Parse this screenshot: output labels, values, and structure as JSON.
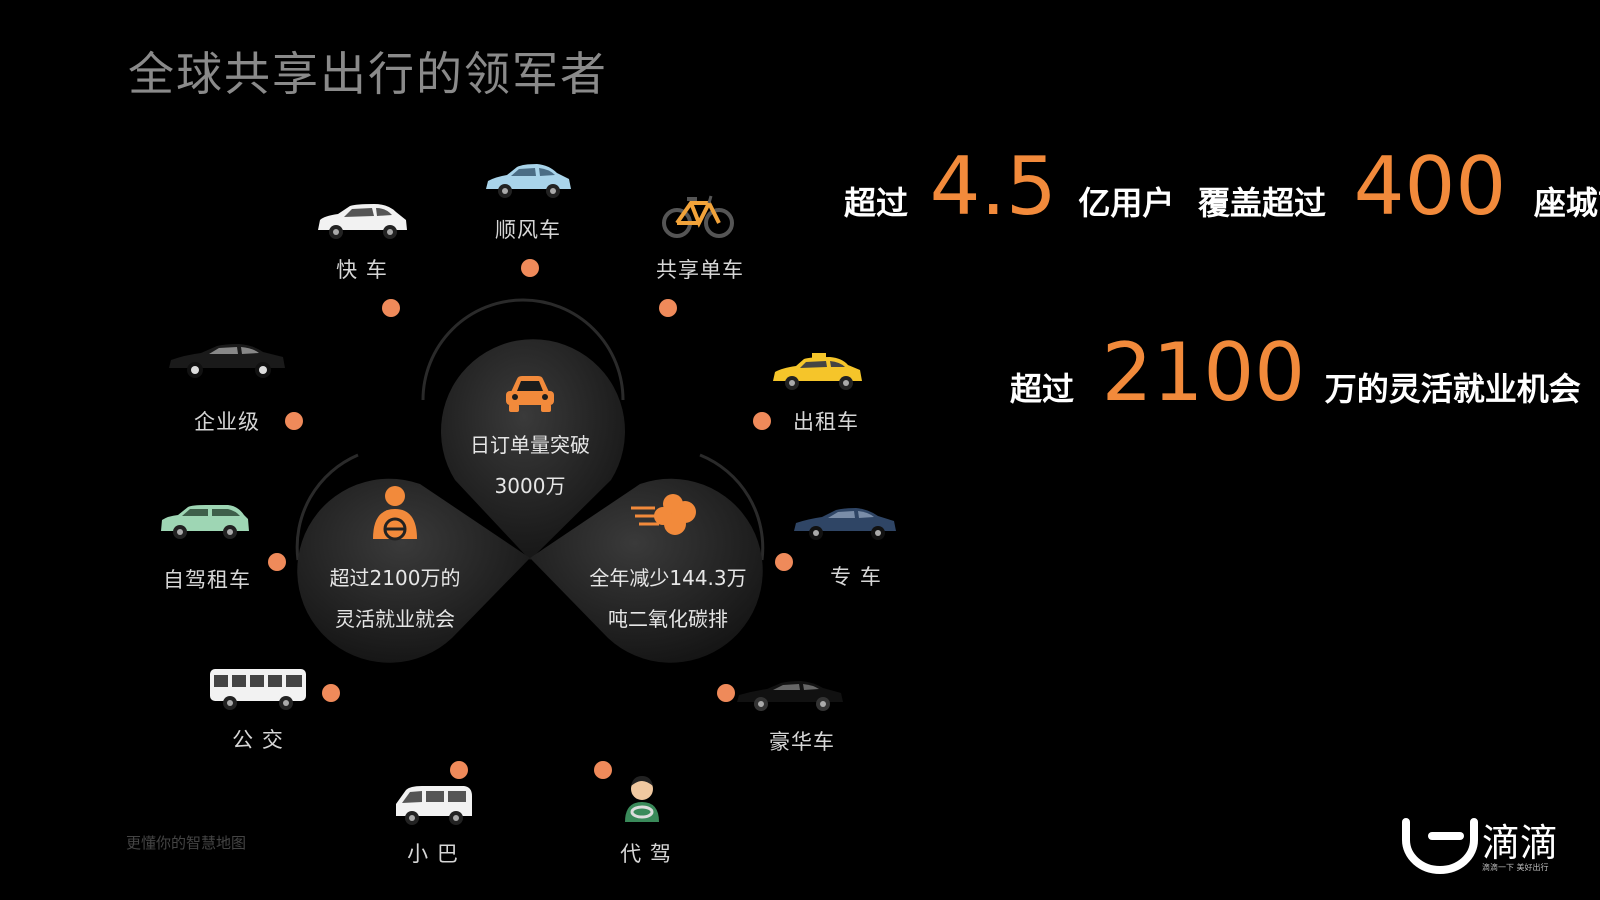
{
  "title": "全球共享出行的领军者",
  "services": [
    {
      "label": "快 车",
      "icon": "white-hatchback-car-icon",
      "color": "#ffffff"
    },
    {
      "label": "顺风车",
      "icon": "light-blue-car-icon",
      "color": "#a9d4ea"
    },
    {
      "label": "共享单车",
      "icon": "orange-bicycle-icon",
      "color": "#f2a33a"
    },
    {
      "label": "出租车",
      "icon": "yellow-taxi-icon",
      "color": "#f5c52a"
    },
    {
      "label": "专 车",
      "icon": "dark-blue-sedan-icon",
      "color": "#2f4565"
    },
    {
      "label": "豪华车",
      "icon": "black-luxury-sedan-icon",
      "color": "#111111"
    },
    {
      "label": "代 驾",
      "icon": "driver-person-icon",
      "color": "#3a8a5a"
    },
    {
      "label": "小 巴",
      "icon": "white-minivan-icon",
      "color": "#ffffff"
    },
    {
      "label": "公 交",
      "icon": "white-bus-icon",
      "color": "#ffffff"
    },
    {
      "label": "自驾租车",
      "icon": "green-suv-icon",
      "color": "#9ed6b4"
    },
    {
      "label": "企业级",
      "icon": "black-sedan-icon",
      "color": "#1a1a1a"
    }
  ],
  "petals": {
    "top": {
      "icon": "orange-car-icon",
      "line1": "日订单量突破",
      "line2": "3000万"
    },
    "left": {
      "icon": "orange-driver-icon",
      "line1": "超过2100万的",
      "line2": "灵活就业就会"
    },
    "right": {
      "icon": "orange-emission-icon",
      "line1": "全年减少144.3万",
      "line2": "吨二氧化碳排"
    }
  },
  "stats": {
    "row1": {
      "prefix": "超过",
      "value1": "4.5",
      "unit1": "亿用户",
      "mid": "覆盖超过",
      "value2": "400",
      "unit2": "座城市"
    },
    "row2": {
      "prefix": "超过",
      "value": "2100",
      "suffix": "万的灵活就业机会"
    }
  },
  "footer": {
    "slogan": "更懂你的智慧地图"
  },
  "brand": {
    "name": "滴滴",
    "tagline": "滴滴一下 美好出行",
    "logo": "didi-logo-icon"
  },
  "colors": {
    "accent": "#f28a3b",
    "dot": "#ef8a5a",
    "background": "#000000"
  }
}
